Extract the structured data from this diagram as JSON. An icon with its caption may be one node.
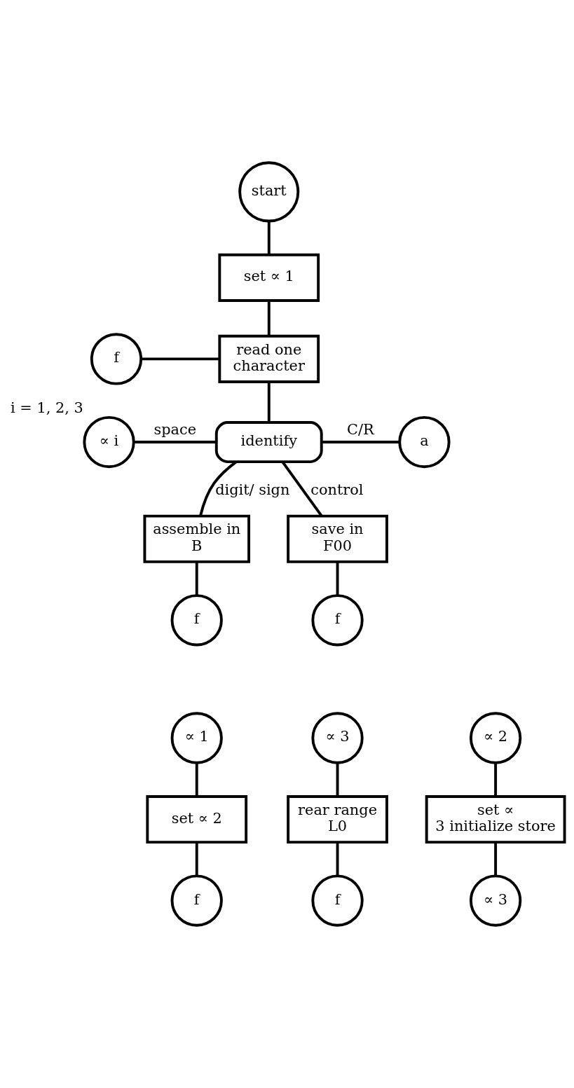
{
  "diagram": {
    "nodes": [
      {
        "text": [
          "start"
        ]
      },
      {
        "text": [
          "set ∝ 1"
        ]
      },
      {
        "text": [
          "f"
        ]
      },
      {
        "text": [
          "read one character"
        ]
      },
      {
        "text": [
          "∝ i"
        ],
        "beside": [
          "i = 1, 2, 3"
        ]
      },
      {
        "text": [
          "identify"
        ]
      },
      {
        "text": [
          "a"
        ]
      },
      {
        "text": [
          "assemble in B"
        ]
      },
      {
        "text": [
          "save in F00"
        ]
      },
      {
        "text": [
          "f"
        ]
      },
      {
        "text": [
          "f"
        ]
      },
      {
        "text": [
          "∝ 1"
        ]
      },
      {
        "text": [
          "∝ 2"
        ]
      },
      {
        "text": [
          "∝ 3"
        ]
      },
      {
        "text": [
          "set ∝ 2"
        ]
      },
      {
        "text": [
          "set ∝ 3 initialize store"
        ]
      },
      {
        "text": [
          "rear range L0"
        ]
      },
      {
        "text": [
          "f"
        ]
      },
      {
        "text": [
          "∝ 3"
        ]
      },
      {
        "text": [
          "f"
        ]
      }
    ],
    "edges": [
      {
        "from": 0,
        "to": 1,
        "arrow": "none"
      },
      {
        "from": 1,
        "to": 3,
        "arrow": "none"
      },
      {
        "from": 2,
        "to": 3,
        "arrow": "none"
      },
      {
        "from": 3,
        "to": 5,
        "arrow": "none"
      },
      {
        "from": 4,
        "to": 5,
        "arrow": "none",
        "label": "space"
      },
      {
        "from": 5,
        "to": 6,
        "arrow": "none",
        "label": "C/R"
      },
      {
        "from": 5,
        "to": 7,
        "arrow": "none",
        "label": "digit/ sign"
      },
      {
        "from": 5,
        "to": 8,
        "arrow": "none",
        "label": "control"
      },
      {
        "from": 7,
        "to": 9,
        "arrow": "none"
      },
      {
        "from": 8,
        "to": 10,
        "arrow": "none"
      },
      {
        "from": 11,
        "to": 14,
        "arrow": "none"
      },
      {
        "from": 14,
        "to": 17,
        "arrow": "none"
      },
      {
        "from": 12,
        "to": 15,
        "arrow": "none"
      },
      {
        "from": 15,
        "to": 18,
        "arrow": "none"
      },
      {
        "from": 13,
        "to": 16,
        "arrow": "none"
      },
      {
        "from": 16,
        "to": 19,
        "arrow": "none"
      }
    ]
  }
}
